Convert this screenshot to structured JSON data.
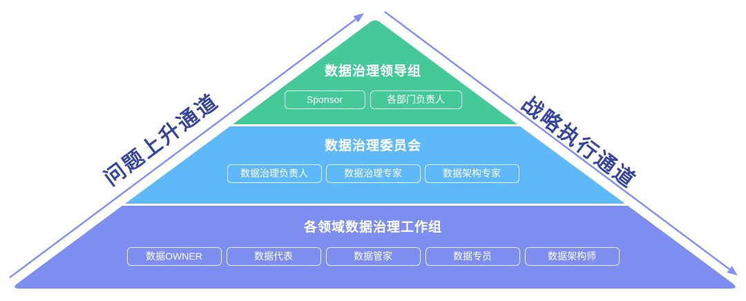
{
  "diagram": {
    "left_channel_label": "问题上升通道",
    "right_channel_label": "战略执行通道",
    "tiers": [
      {
        "title": "数据治理领导组",
        "badges": [
          "Sponsor",
          "各部门负责人"
        ]
      },
      {
        "title": "数据治理委员会",
        "badges": [
          "数据治理负责人",
          "数据治理专家",
          "数据架构专家"
        ]
      },
      {
        "title": "各领域数据治理工作组",
        "badges": [
          "数据OWNER",
          "数据代表",
          "数据管家",
          "数据专员",
          "数据架构师"
        ]
      }
    ]
  },
  "colors": {
    "tier1_green": "#45C998",
    "tier2_blue": "#5FB8F7",
    "tier3_purple": "#7E8DF0",
    "arrow": "#8191F4",
    "side_label_text": "#36459D",
    "tier_text": "#FFFFFF"
  }
}
